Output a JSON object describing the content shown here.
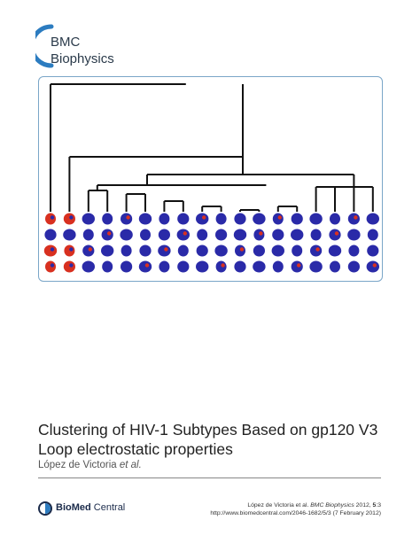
{
  "journal": {
    "line1": "BMC",
    "line2": "Biophysics"
  },
  "title": "Clustering of HIV-1 Subtypes Based on gp120 V3 Loop electrostatic properties",
  "authors": {
    "name": "López de Victoria",
    "suffix": "et al."
  },
  "publisher": {
    "bold": "BioMed",
    "regular": " Central"
  },
  "citation": {
    "line1_prefix": "López de Victoria et al. ",
    "line1_journal": "BMC Biophysics",
    "line1_suffix": " 2012, ",
    "volume": "5",
    "line1_end": ":3",
    "line2": "http://www.biomedcentral.com/2046-1682/5/3 (7 February 2012)"
  },
  "colors": {
    "accent": "#2c7cc0",
    "blob_blue": "#2a2aa8",
    "blob_red": "#d83020",
    "frame": "#7aa6c8"
  },
  "figure": {
    "columns": 18,
    "rows": 4,
    "content": "dendrogram over grid of molecular surface renderings"
  }
}
